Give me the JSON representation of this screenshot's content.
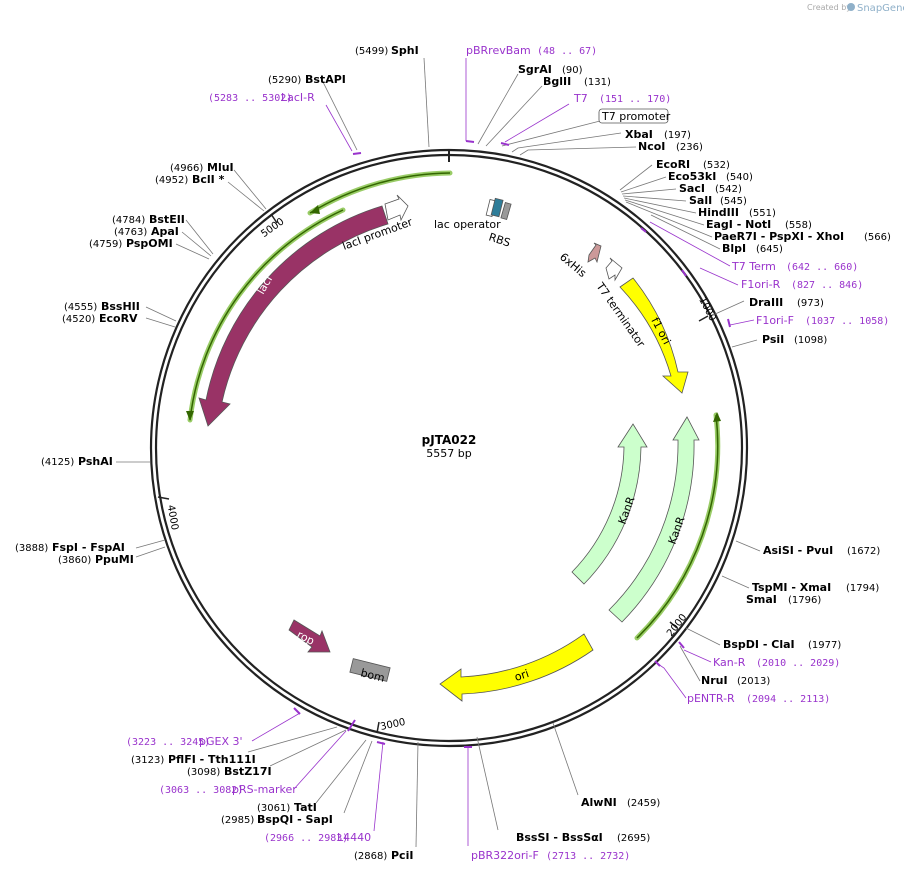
{
  "credit": {
    "prefix": "Created by",
    "brand": "SnapGene"
  },
  "plasmid": {
    "name": "pJTA022",
    "length_label": "5557 bp"
  },
  "ticks": [
    "1000",
    "2000",
    "3000",
    "4000",
    "5000"
  ],
  "enzymes": [
    {
      "name": "SphI",
      "pos": "(5499)"
    },
    {
      "name": "SgrAI",
      "pos": "(90)"
    },
    {
      "name": "BglII",
      "pos": "(131)"
    },
    {
      "name": "XbaI",
      "pos": "(197)"
    },
    {
      "name": "NcoI",
      "pos": "(236)"
    },
    {
      "name": "EcoRI",
      "pos": "(532)"
    },
    {
      "name": "Eco53kI",
      "pos": "(540)"
    },
    {
      "name": "SacI",
      "pos": "(542)"
    },
    {
      "name": "SalI",
      "pos": "(545)"
    },
    {
      "name": "HindIII",
      "pos": "(551)"
    },
    {
      "name": "EagI - NotI",
      "pos": "(558)"
    },
    {
      "name": "PaeR7I - PspXI - XhoI",
      "pos": "(566)"
    },
    {
      "name": "BlpI",
      "pos": "(645)"
    },
    {
      "name": "DraIII",
      "pos": "(973)"
    },
    {
      "name": "PsiI",
      "pos": "(1098)"
    },
    {
      "name": "AsiSI - PvuI",
      "pos": "(1672)"
    },
    {
      "name": "TspMI - XmaI",
      "pos": "(1794)"
    },
    {
      "name": "SmaI",
      "pos": "(1796)"
    },
    {
      "name": "BspDI - ClaI",
      "pos": "(1977)"
    },
    {
      "name": "NruI",
      "pos": "(2013)"
    },
    {
      "name": "AlwNI",
      "pos": "(2459)"
    },
    {
      "name": "BssSI - BssSαI",
      "pos": "(2695)"
    },
    {
      "name": "PciI",
      "pos": "(2868)"
    },
    {
      "name": "BspQI - SapI",
      "pos": "(2985)"
    },
    {
      "name": "TatI",
      "pos": "(3061)"
    },
    {
      "name": "BstZ17I",
      "pos": "(3098)"
    },
    {
      "name": "PflFI - Tth111I",
      "pos": "(3123)"
    },
    {
      "name": "FspI - FspAI",
      "pos": "(3888)"
    },
    {
      "name": "PpuMI",
      "pos": "(3860)"
    },
    {
      "name": "PshAI",
      "pos": "(4125)"
    },
    {
      "name": "BssHII",
      "pos": "(4555)"
    },
    {
      "name": "EcoRV",
      "pos": "(4520)"
    },
    {
      "name": "BstEII",
      "pos": "(4784)"
    },
    {
      "name": "ApaI",
      "pos": "(4763)"
    },
    {
      "name": "PspOMI",
      "pos": "(4759)"
    },
    {
      "name": "MluI",
      "pos": "(4966)"
    },
    {
      "name": "BclI *",
      "pos": "(4952)"
    },
    {
      "name": "BstAPI",
      "pos": "(5290)"
    }
  ],
  "primers": [
    {
      "name": "pBRrevBam",
      "pos": "(48 .. 67)"
    },
    {
      "name": "T7",
      "pos": "(151 .. 170)"
    },
    {
      "name": "T7 Term",
      "pos": "(642 .. 660)"
    },
    {
      "name": "F1ori-R",
      "pos": "(827 .. 846)"
    },
    {
      "name": "F1ori-F",
      "pos": "(1037 .. 1058)"
    },
    {
      "name": "Kan-R",
      "pos": "(2010 .. 2029)"
    },
    {
      "name": "pENTR-R",
      "pos": "(2094 .. 2113)"
    },
    {
      "name": "pBR322ori-F",
      "pos": "(2713 .. 2732)"
    },
    {
      "name": "L4440",
      "pos": "(2966 .. 2983)"
    },
    {
      "name": "pRS-marker",
      "pos": "(3063 .. 3082)"
    },
    {
      "name": "pGEX 3'",
      "pos": "(3223 .. 3245)"
    },
    {
      "name": "LacI-R",
      "pos": "(5283 .. 5302)"
    }
  ],
  "features": {
    "t7_promoter": "T7 promoter",
    "lac_operator": "lac operator",
    "rbs": "RBS",
    "lacI_promoter": "lacI promoter",
    "lacI": "lacI",
    "his": "6xHis",
    "t7_terminator": "T7 terminator",
    "f1_ori": "f1 ori",
    "kanR_a": "KanR",
    "kanR_b": "KanR",
    "ori": "ori",
    "rop": "rop",
    "bom": "bom"
  },
  "colors": {
    "lacI": "#993366",
    "rop": "#993366",
    "f1_ori": "#ffff00",
    "ori": "#ffff00",
    "kanR": "#ccffcc",
    "bom": "#999999",
    "primer": "#9933cc",
    "orf_outline": "#99cc66",
    "orf_line": "#336600",
    "lac_operator": "#2e7d99"
  }
}
